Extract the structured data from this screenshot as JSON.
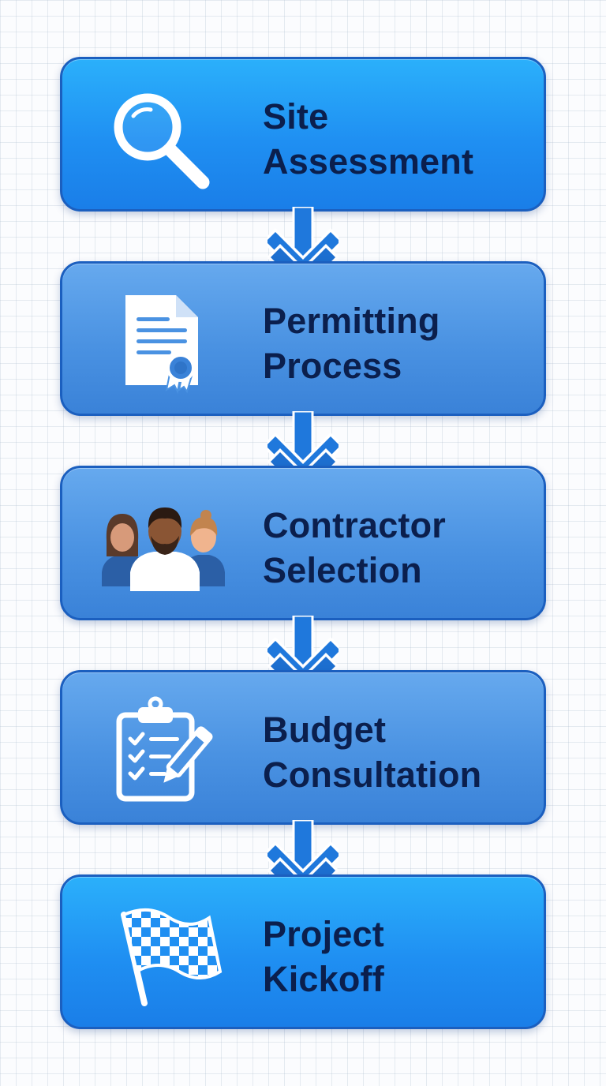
{
  "steps": [
    {
      "line1": "Site",
      "line2": "Assessment",
      "icon": "magnifying-glass-icon",
      "style": "bright"
    },
    {
      "line1": "Permitting",
      "line2": "Process",
      "icon": "certificate-document-icon",
      "style": "soft"
    },
    {
      "line1": "Contractor",
      "line2": "Selection",
      "icon": "team-people-icon",
      "style": "soft"
    },
    {
      "line1": "Budget",
      "line2": "Consultation",
      "icon": "clipboard-checklist-icon",
      "style": "soft"
    },
    {
      "line1": "Project",
      "line2": "Kickoff",
      "icon": "checkered-flag-icon",
      "style": "bright"
    }
  ],
  "colors": {
    "card_bright": "#1f8ff2",
    "card_soft": "#4a92e2",
    "card_border": "#1b5fbf",
    "label_text": "#0b1f4d",
    "connector": "#1f78dc"
  }
}
